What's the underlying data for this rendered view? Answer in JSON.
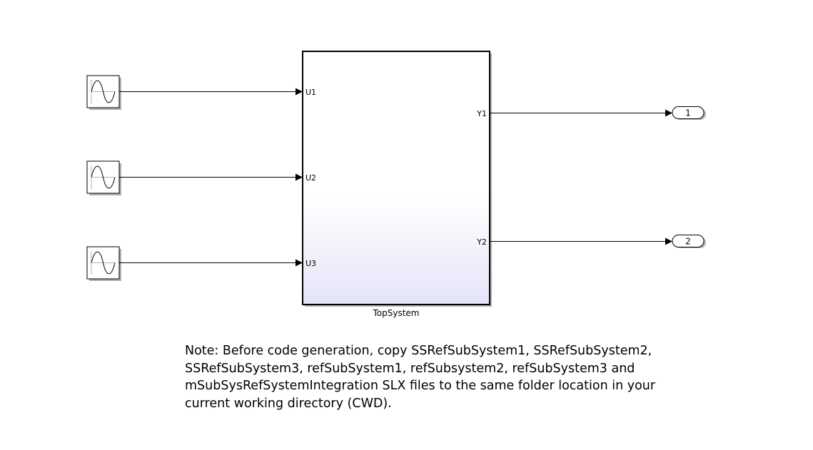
{
  "subsystem": {
    "name": "TopSystem",
    "inputs": [
      "U1",
      "U2",
      "U3"
    ],
    "outputs": [
      "Y1",
      "Y2"
    ],
    "gradient_color": "#e4e4f8"
  },
  "sources": [
    {
      "icon": "sine-wave-icon"
    },
    {
      "icon": "sine-wave-icon"
    },
    {
      "icon": "sine-wave-icon"
    }
  ],
  "outports": [
    {
      "number": "1"
    },
    {
      "number": "2"
    }
  ],
  "note": {
    "lines": [
      "Note: Before code generation, copy SSRefSubSystem1, SSRefSubSystem2,",
      "SSRefSubSystem3, refSubSystem1, refSubsystem2, refSubSystem3 and",
      "mSubSysRefSystemIntegration SLX files to the same folder location in your",
      "current working directory (CWD)."
    ]
  }
}
